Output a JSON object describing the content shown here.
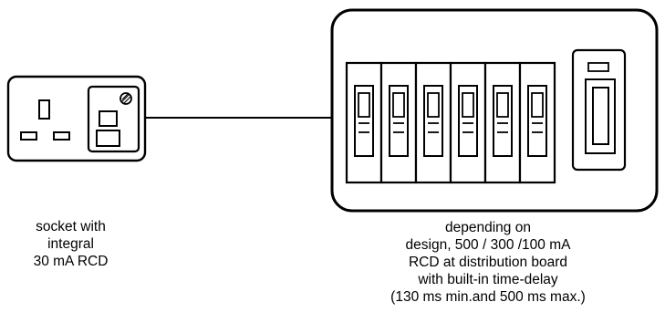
{
  "socket_caption": {
    "lines": [
      "socket with",
      "integral",
      "30 mA RCD"
    ]
  },
  "board_caption": {
    "lines": [
      "depending on",
      "design, 500 / 300 /100 mA",
      "RCD at distribution board",
      "with built-in time-delay",
      "(130 ms min.and  500 ms max.)"
    ]
  },
  "breaker_count": 6
}
